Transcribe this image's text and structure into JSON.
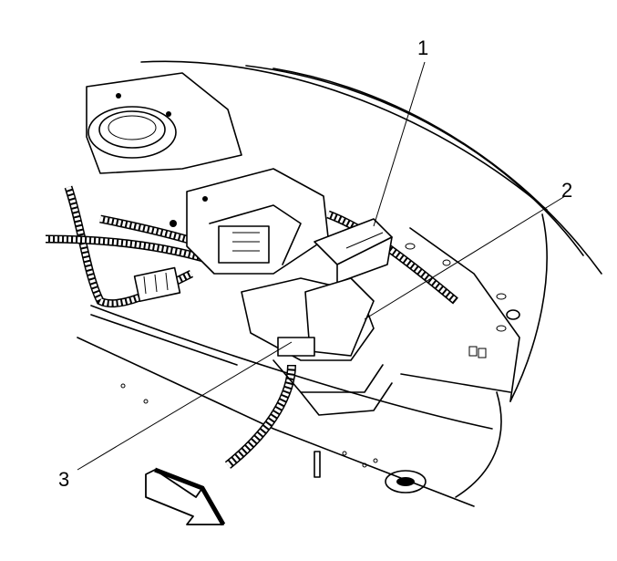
{
  "callouts": [
    {
      "label": "1"
    },
    {
      "label": "2"
    },
    {
      "label": "3"
    }
  ],
  "icons": [
    "front-direction-arrow-icon"
  ],
  "colors": {
    "ink": "#000000",
    "paper": "#ffffff"
  }
}
